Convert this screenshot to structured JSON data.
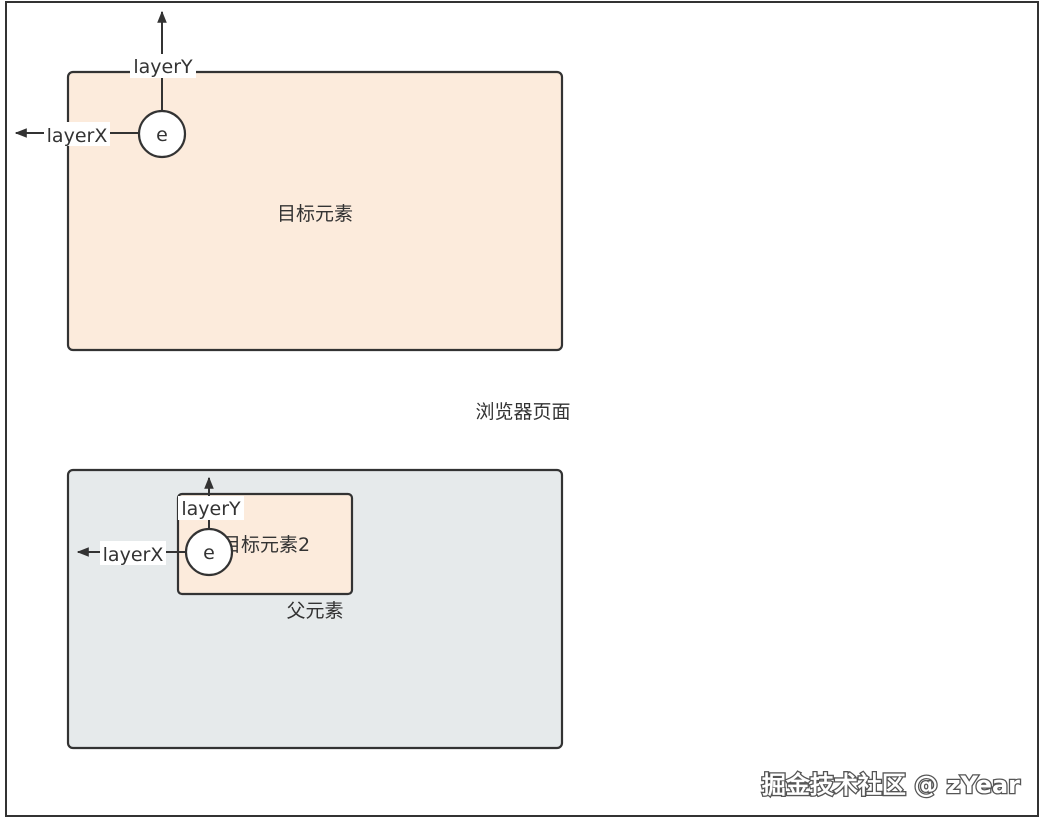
{
  "diagram": {
    "page_label": "浏览器页面",
    "target_element_1": {
      "label": "目标元素",
      "event_label": "e",
      "axis_x_label": "layerX",
      "axis_y_label": "layerY"
    },
    "parent_element": {
      "label": "父元素"
    },
    "target_element_2": {
      "label": "目标元素2",
      "event_label": "e",
      "axis_x_label": "layerX",
      "axis_y_label": "layerY"
    },
    "colors": {
      "outline": "#333333",
      "target_fill": "#fcebdc",
      "parent_fill": "#e6eaeb",
      "page_fill": "#ffffff"
    }
  },
  "watermark": {
    "text": "掘金技术社区 @ zYear"
  }
}
